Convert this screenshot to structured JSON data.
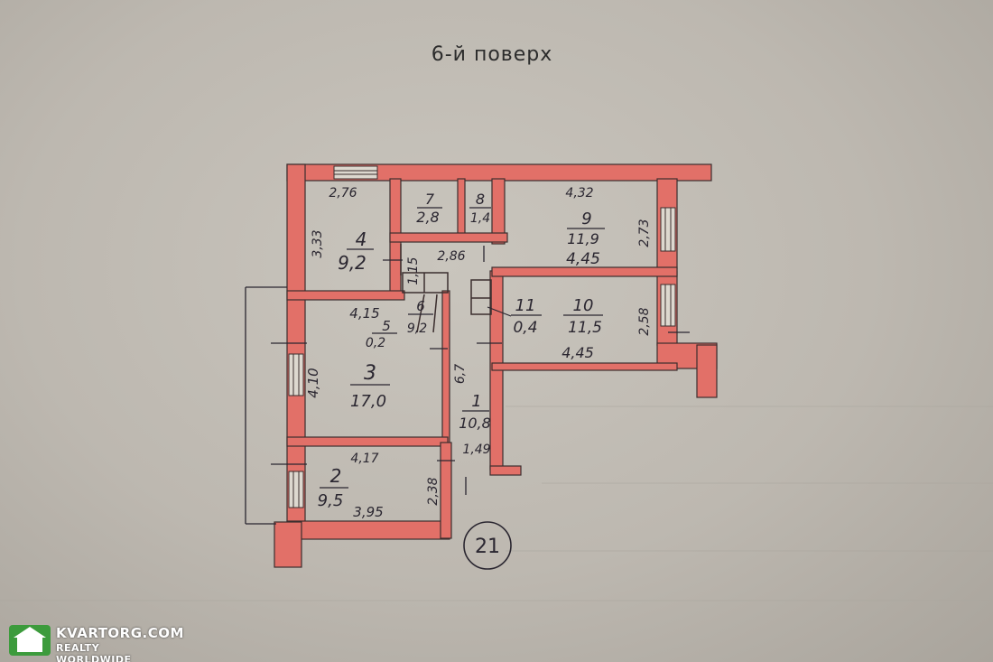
{
  "floor_title": "6-й  поверх",
  "plan_number": "21",
  "colors": {
    "wall": "#e27068",
    "ink": "#2a2630",
    "paper": "#c3bfb7"
  },
  "rooms": [
    {
      "number": "1",
      "area": "10,8"
    },
    {
      "number": "2",
      "area": "9,5"
    },
    {
      "number": "3",
      "area": "17,0"
    },
    {
      "number": "4",
      "area": "9,2"
    },
    {
      "number": "5",
      "area": "0,2"
    },
    {
      "number": "6",
      "area": "9,2"
    },
    {
      "number": "7",
      "area": "2,8"
    },
    {
      "number": "8",
      "area": "1,4"
    },
    {
      "number": "9",
      "area": "11,9"
    },
    {
      "number": "10",
      "area": "11,5"
    },
    {
      "number": "11",
      "area": "0,4"
    }
  ],
  "dimensions": {
    "room4_width": "2,76",
    "room4_depth": "3,33",
    "room9_width": "4,32",
    "room9_length": "4,45",
    "room9_depth": "2,73",
    "corridor_width": "2,86",
    "corridor_small": "1,15",
    "room3_width": "4,15",
    "room3_depth": "4,10",
    "room10_depth": "2,58",
    "room10_length": "4,45",
    "corridor_length": "6,7",
    "entry_width": "1,49",
    "room2_width": "4,17",
    "room2_inner": "3,95",
    "room2_depth": "2,38"
  },
  "watermark": {
    "brand": "KVARTORG.COM",
    "tagline": "REALTY WORLDWIDE",
    "icon": "house-icon"
  }
}
